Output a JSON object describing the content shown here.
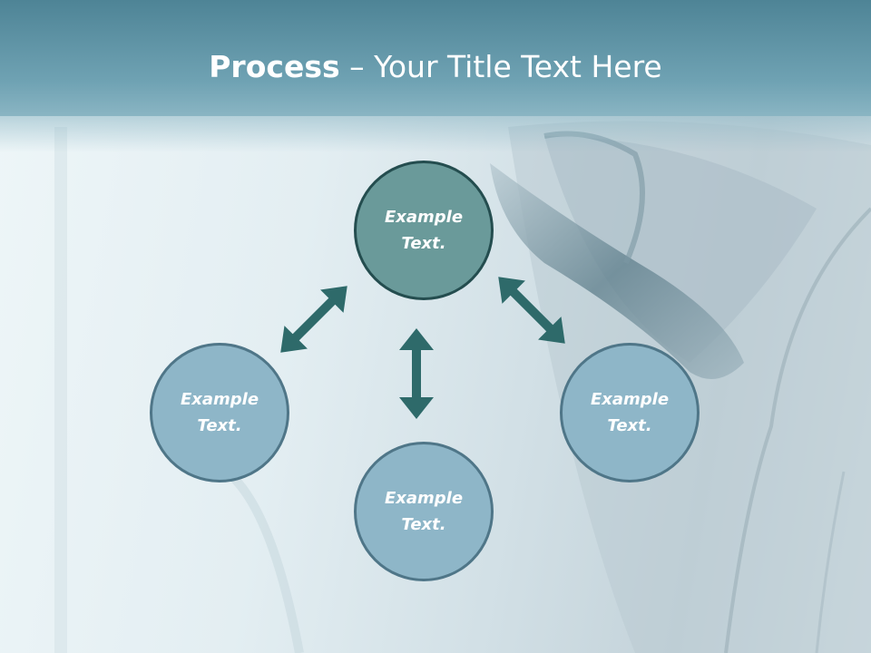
{
  "title": {
    "bold": "Process",
    "rest": " – Your Title Text Here"
  },
  "nodes": {
    "top": "Example Text.",
    "left": "Example Text.",
    "bottom": "Example Text.",
    "right": "Example Text."
  },
  "colors": {
    "header": "#6fa2b3",
    "center_fill": "#6a9a9a",
    "center_border": "#244d4f",
    "outer_fill": "#8eb6c8",
    "outer_border": "#4f7688",
    "arrow": "#2e6a6a"
  }
}
